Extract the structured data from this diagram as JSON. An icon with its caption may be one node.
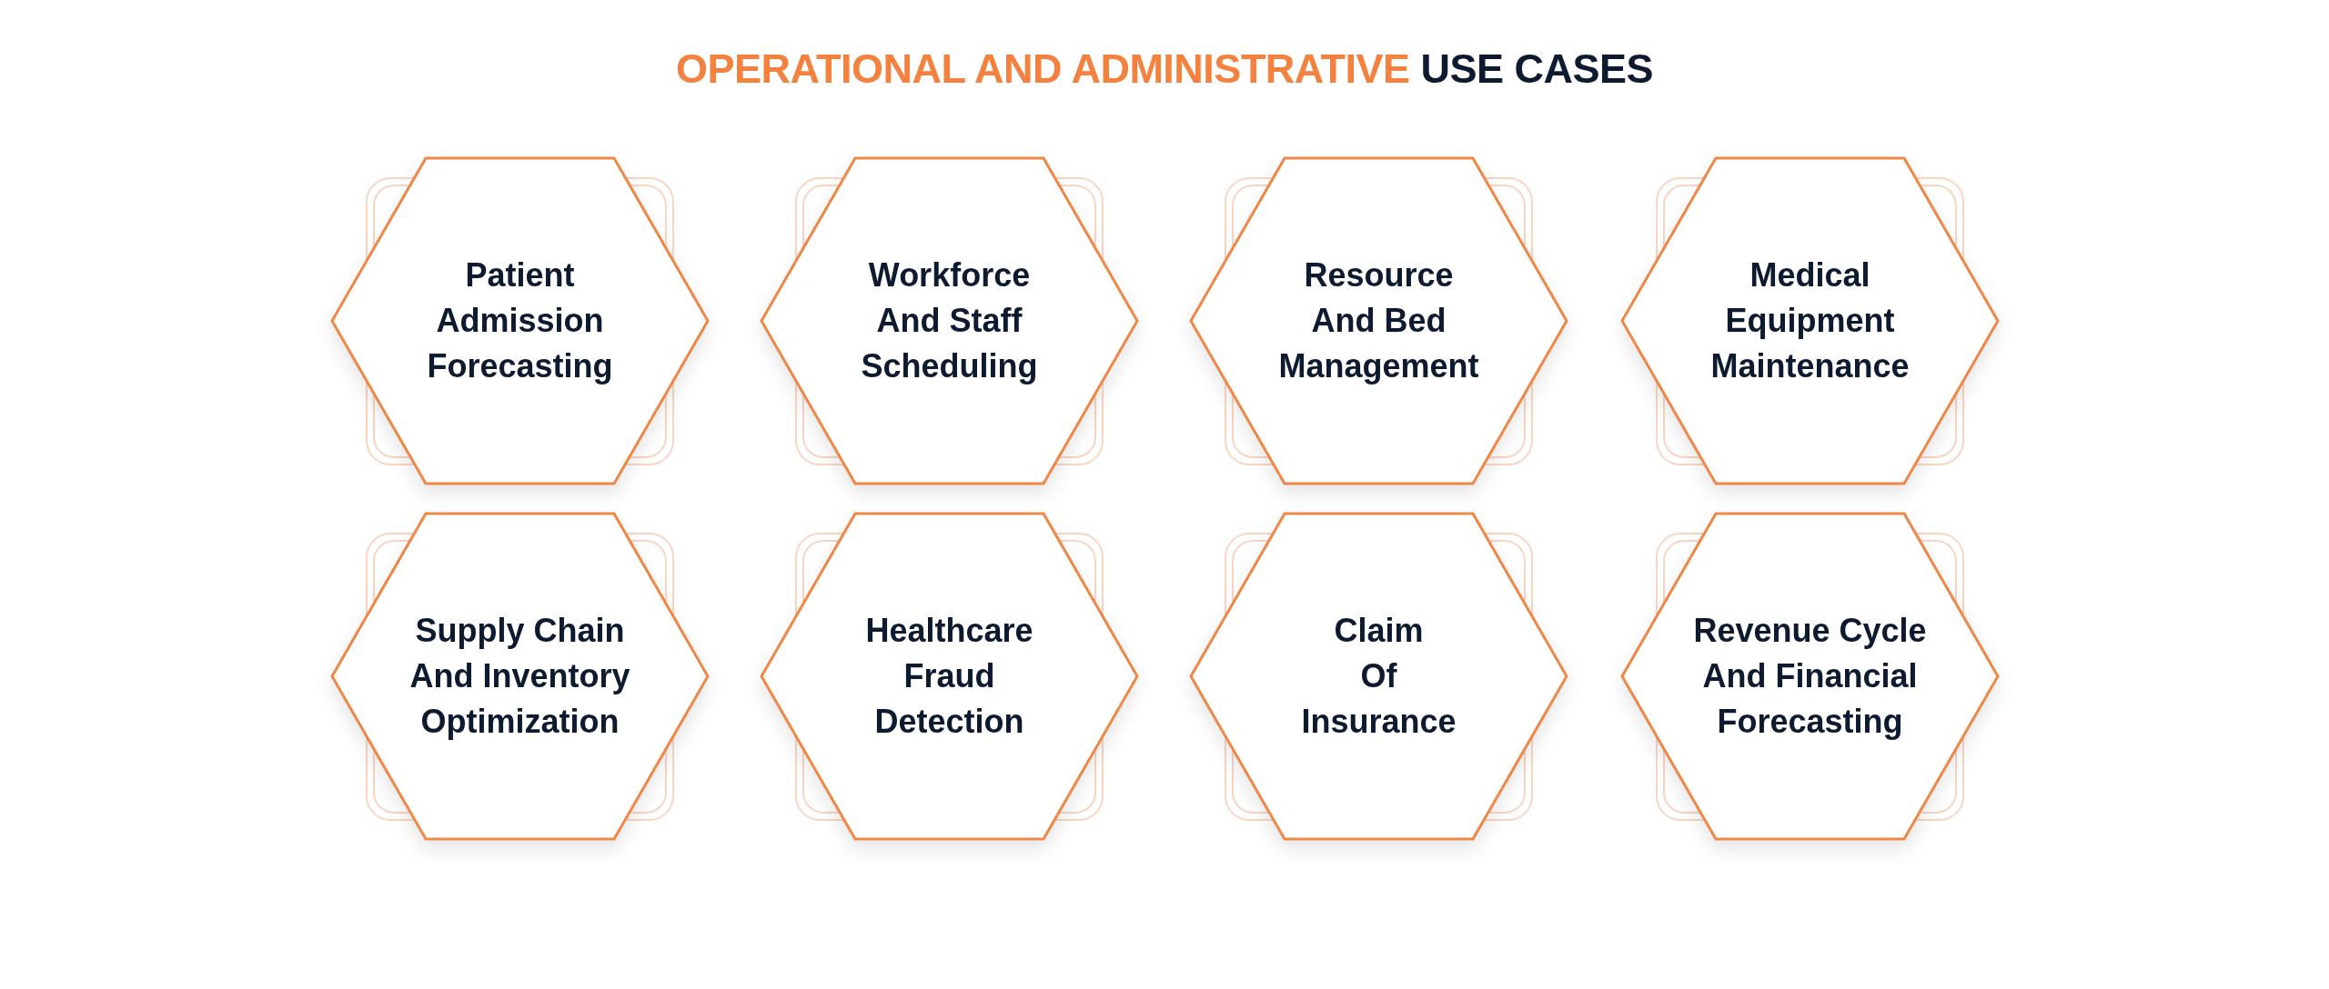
{
  "diagram": {
    "title": "**OPERATIONAL AND ADMINISTRATIVE** USE CASES",
    "nodes": [
      {
        "text": [
          "Patient Admission Forecasting"
        ]
      },
      {
        "text": [
          "Workforce And Staff Scheduling"
        ]
      },
      {
        "text": [
          "Resource And Bed Management"
        ]
      },
      {
        "text": [
          "Medical Equipment Maintenance"
        ]
      },
      {
        "text": [
          "Supply Chain And Inventory Optimization"
        ]
      },
      {
        "text": [
          "Healthcare Fraud Detection"
        ]
      },
      {
        "text": [
          "Claim Of Insurance"
        ]
      },
      {
        "text": [
          "Revenue Cycle And Financial Forecasting"
        ]
      }
    ]
  }
}
